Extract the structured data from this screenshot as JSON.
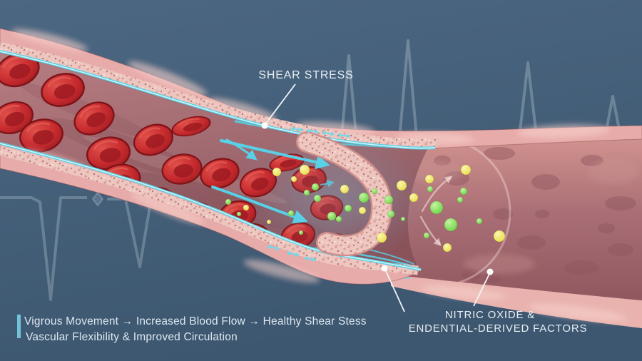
{
  "illustration": {
    "labels": {
      "shear_stress": "SHEAR STRESS",
      "nitric_line1": "NITRIC OXIDE &",
      "nitric_line2": "ENDENTIAL-DERIVED FACTORS"
    },
    "caption": {
      "line1": "Vigrous Movement → Increased Blood Flow → Healthy Shear Stess",
      "line2": "Vascular Flexibility & Improved Circulation"
    },
    "colors": {
      "background_top": "#4c6782",
      "background_bottom": "#3d5770",
      "vessel_outer_pink": "#e7abaa",
      "speckle_layer": "#edc6bf",
      "endothelium_cyan": "#58d0e5",
      "lumen_mauve": "#a56e73",
      "red_blood_cell": "#c32a2e",
      "nitric_oxide_particle_yellow": "#e9dd4d",
      "endothelial_factor_particle_green": "#6fd74a",
      "caption_accent_bar": "#71c3d8",
      "label_text": "#e9eef3"
    }
  }
}
